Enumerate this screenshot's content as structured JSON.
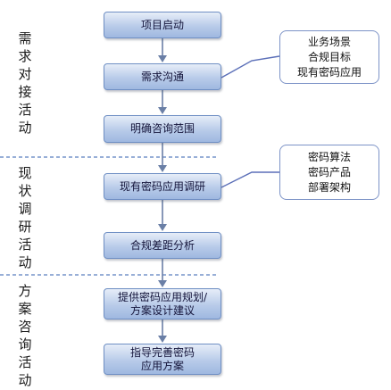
{
  "phases": [
    {
      "label": [
        "需",
        "求",
        "对",
        "接",
        "活",
        "动"
      ]
    },
    {
      "label": [
        "现",
        "状",
        "调",
        "研",
        "活",
        "动"
      ]
    },
    {
      "label": [
        "方",
        "案",
        "咨",
        "询",
        "活",
        "动"
      ]
    }
  ],
  "steps": [
    {
      "lines": [
        "项目启动"
      ]
    },
    {
      "lines": [
        "需求沟通"
      ]
    },
    {
      "lines": [
        "明确咨询范围"
      ]
    },
    {
      "lines": [
        "现有密码应用调研"
      ]
    },
    {
      "lines": [
        "合规差距分析"
      ]
    },
    {
      "lines": [
        "提供密码应用规划/",
        "方案设计建议"
      ]
    },
    {
      "lines": [
        "指导完善密码",
        "应用方案"
      ]
    }
  ],
  "callouts": [
    {
      "lines": [
        "业务场景",
        "合规目标",
        "现有密码应用"
      ]
    },
    {
      "lines": [
        "密码算法",
        "密码产品",
        "部署架构"
      ]
    }
  ],
  "colors": {
    "arrow": "#6a7fa6",
    "divider": "#5b7fbf",
    "callout_line": "#5b6fb8"
  }
}
